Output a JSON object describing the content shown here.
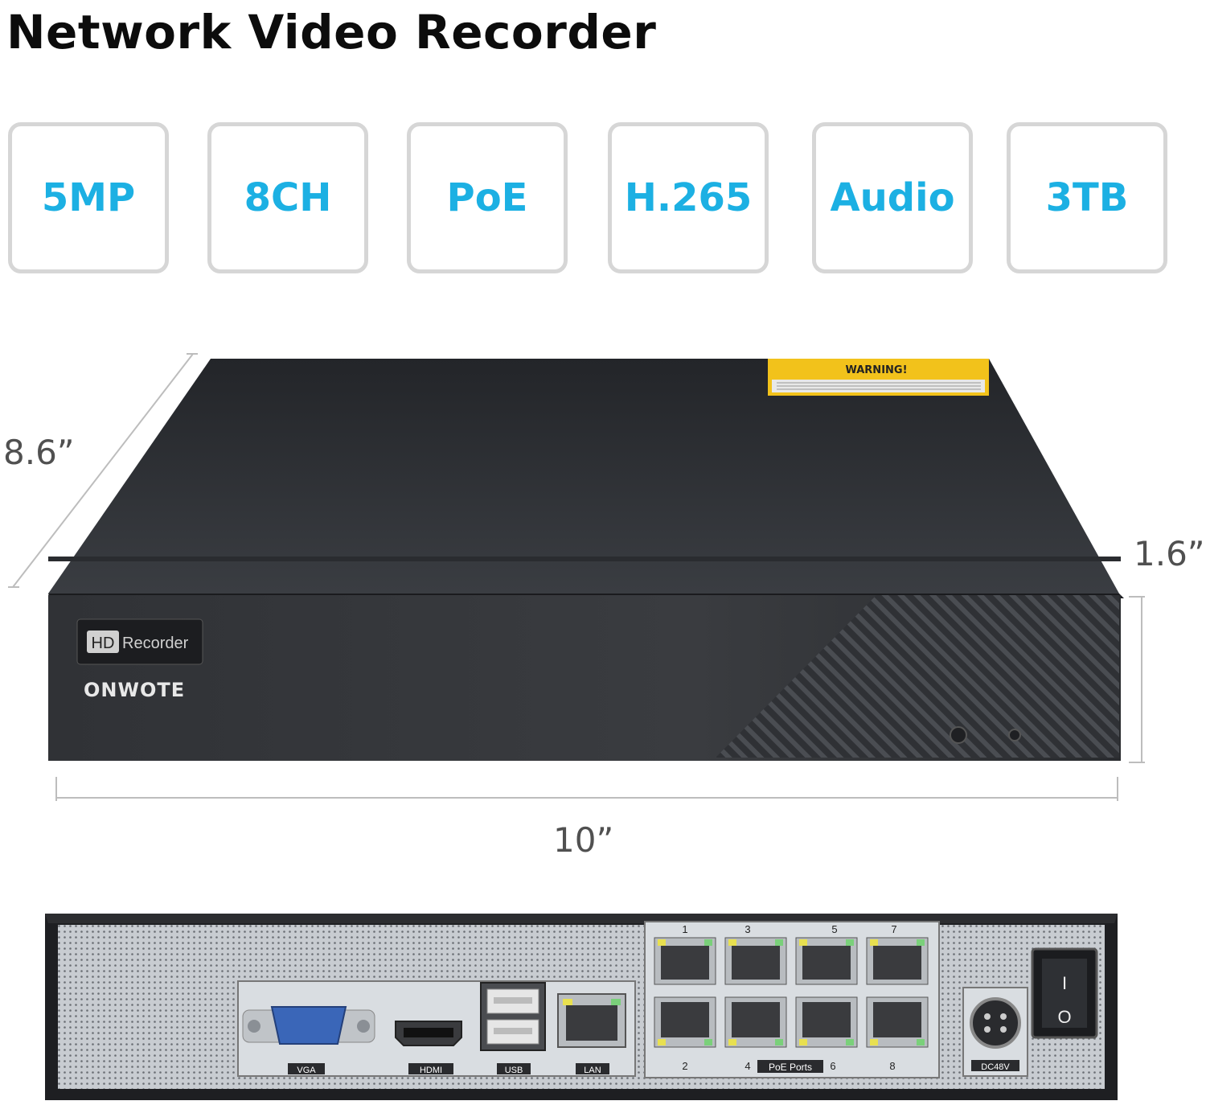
{
  "title": "Network Video Recorder",
  "badges": [
    {
      "label": "5MP"
    },
    {
      "label": "8CH"
    },
    {
      "label": "PoE"
    },
    {
      "label": "H.265"
    },
    {
      "label": "Audio"
    },
    {
      "label": "3TB"
    }
  ],
  "dimensions": {
    "depth": "8.6”",
    "height": "1.6”",
    "width": "10”"
  },
  "front_panel": {
    "hd_logo": "HD",
    "recorder_text": "Recorder",
    "brand": "ONWOTE",
    "warning_label": "WARNING!"
  },
  "rear_panel": {
    "ports": {
      "vga": "VGA",
      "hdmi": "HDMI",
      "usb": "USB",
      "lan": "LAN",
      "poe": "PoE Ports",
      "power": "DC48V"
    },
    "poe_numbers_top": [
      "1",
      "3",
      "5",
      "7"
    ],
    "poe_numbers_bottom": [
      "2",
      "4",
      "6",
      "8"
    ],
    "switch_on": "I",
    "switch_off": "O"
  },
  "colors": {
    "accent": "#1cb0e3",
    "badge_border": "#d6d6d6",
    "device_body": "#2b2d30",
    "warning_yellow": "#f2c21b"
  }
}
